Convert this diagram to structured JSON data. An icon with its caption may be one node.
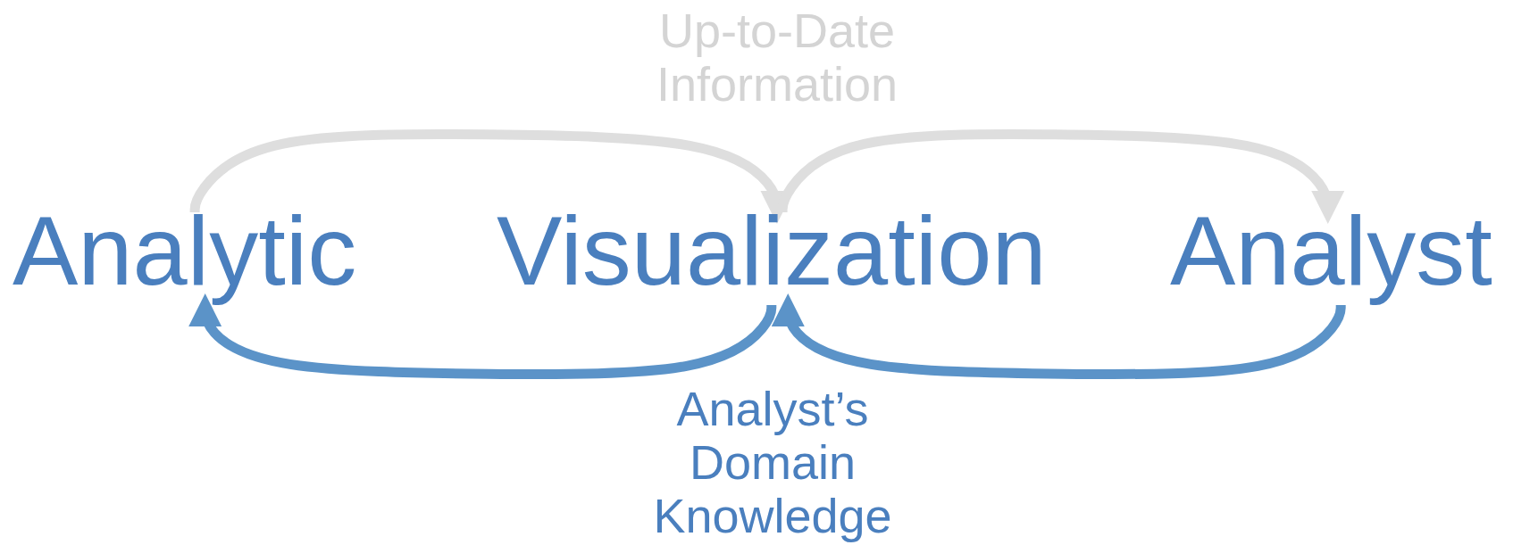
{
  "diagram": {
    "nodes": [
      {
        "text": [
          "Analytic"
        ]
      },
      {
        "text": [
          "Visualization"
        ]
      },
      {
        "text": [
          "Analyst"
        ]
      }
    ],
    "edges": [
      {
        "from": 0,
        "to": 1,
        "arrow": "to",
        "color": "#dedede"
      },
      {
        "from": 1,
        "to": 2,
        "arrow": "to",
        "color": "#dedede"
      },
      {
        "from": 2,
        "to": 1,
        "arrow": "to",
        "color": "#5b93c8"
      },
      {
        "from": 1,
        "to": 0,
        "arrow": "to",
        "color": "#5b93c8"
      }
    ],
    "labels": [
      "Up-to-Date Information",
      "Analyst’s Domain Knowledge"
    ]
  }
}
